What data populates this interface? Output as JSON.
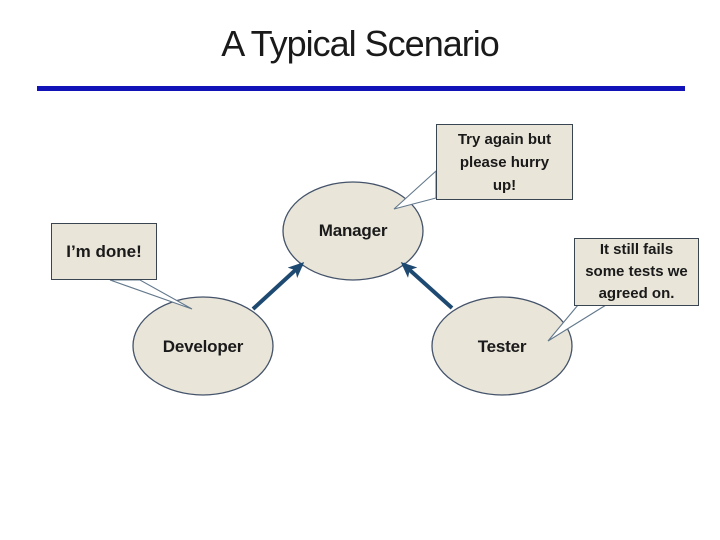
{
  "slide": {
    "title": "A Typical Scenario",
    "colors": {
      "background": "#ffffff",
      "title_text": "#1a1a1a",
      "accent_rule": "#1113b8",
      "shape_fill": "#e9e5d9",
      "shape_border": "#44536a",
      "callout_border": "#3a4552",
      "arrow": "#1e4a72"
    },
    "diagram": {
      "nodes": [
        {
          "id": "manager",
          "label": "Manager"
        },
        {
          "id": "developer",
          "label": "Developer"
        },
        {
          "id": "tester",
          "label": "Tester"
        }
      ],
      "callouts": [
        {
          "id": "try-again",
          "speaker": "manager",
          "text": "Try again but\nplease hurry\nup!"
        },
        {
          "id": "im-done",
          "speaker": "developer",
          "text": "I’m done!"
        },
        {
          "id": "it-still-fails",
          "speaker": "tester",
          "text": "It still fails\nsome tests we\nagreed on."
        }
      ],
      "arrows": [
        {
          "from": "developer",
          "to": "manager"
        },
        {
          "from": "tester",
          "to": "manager"
        }
      ]
    }
  }
}
